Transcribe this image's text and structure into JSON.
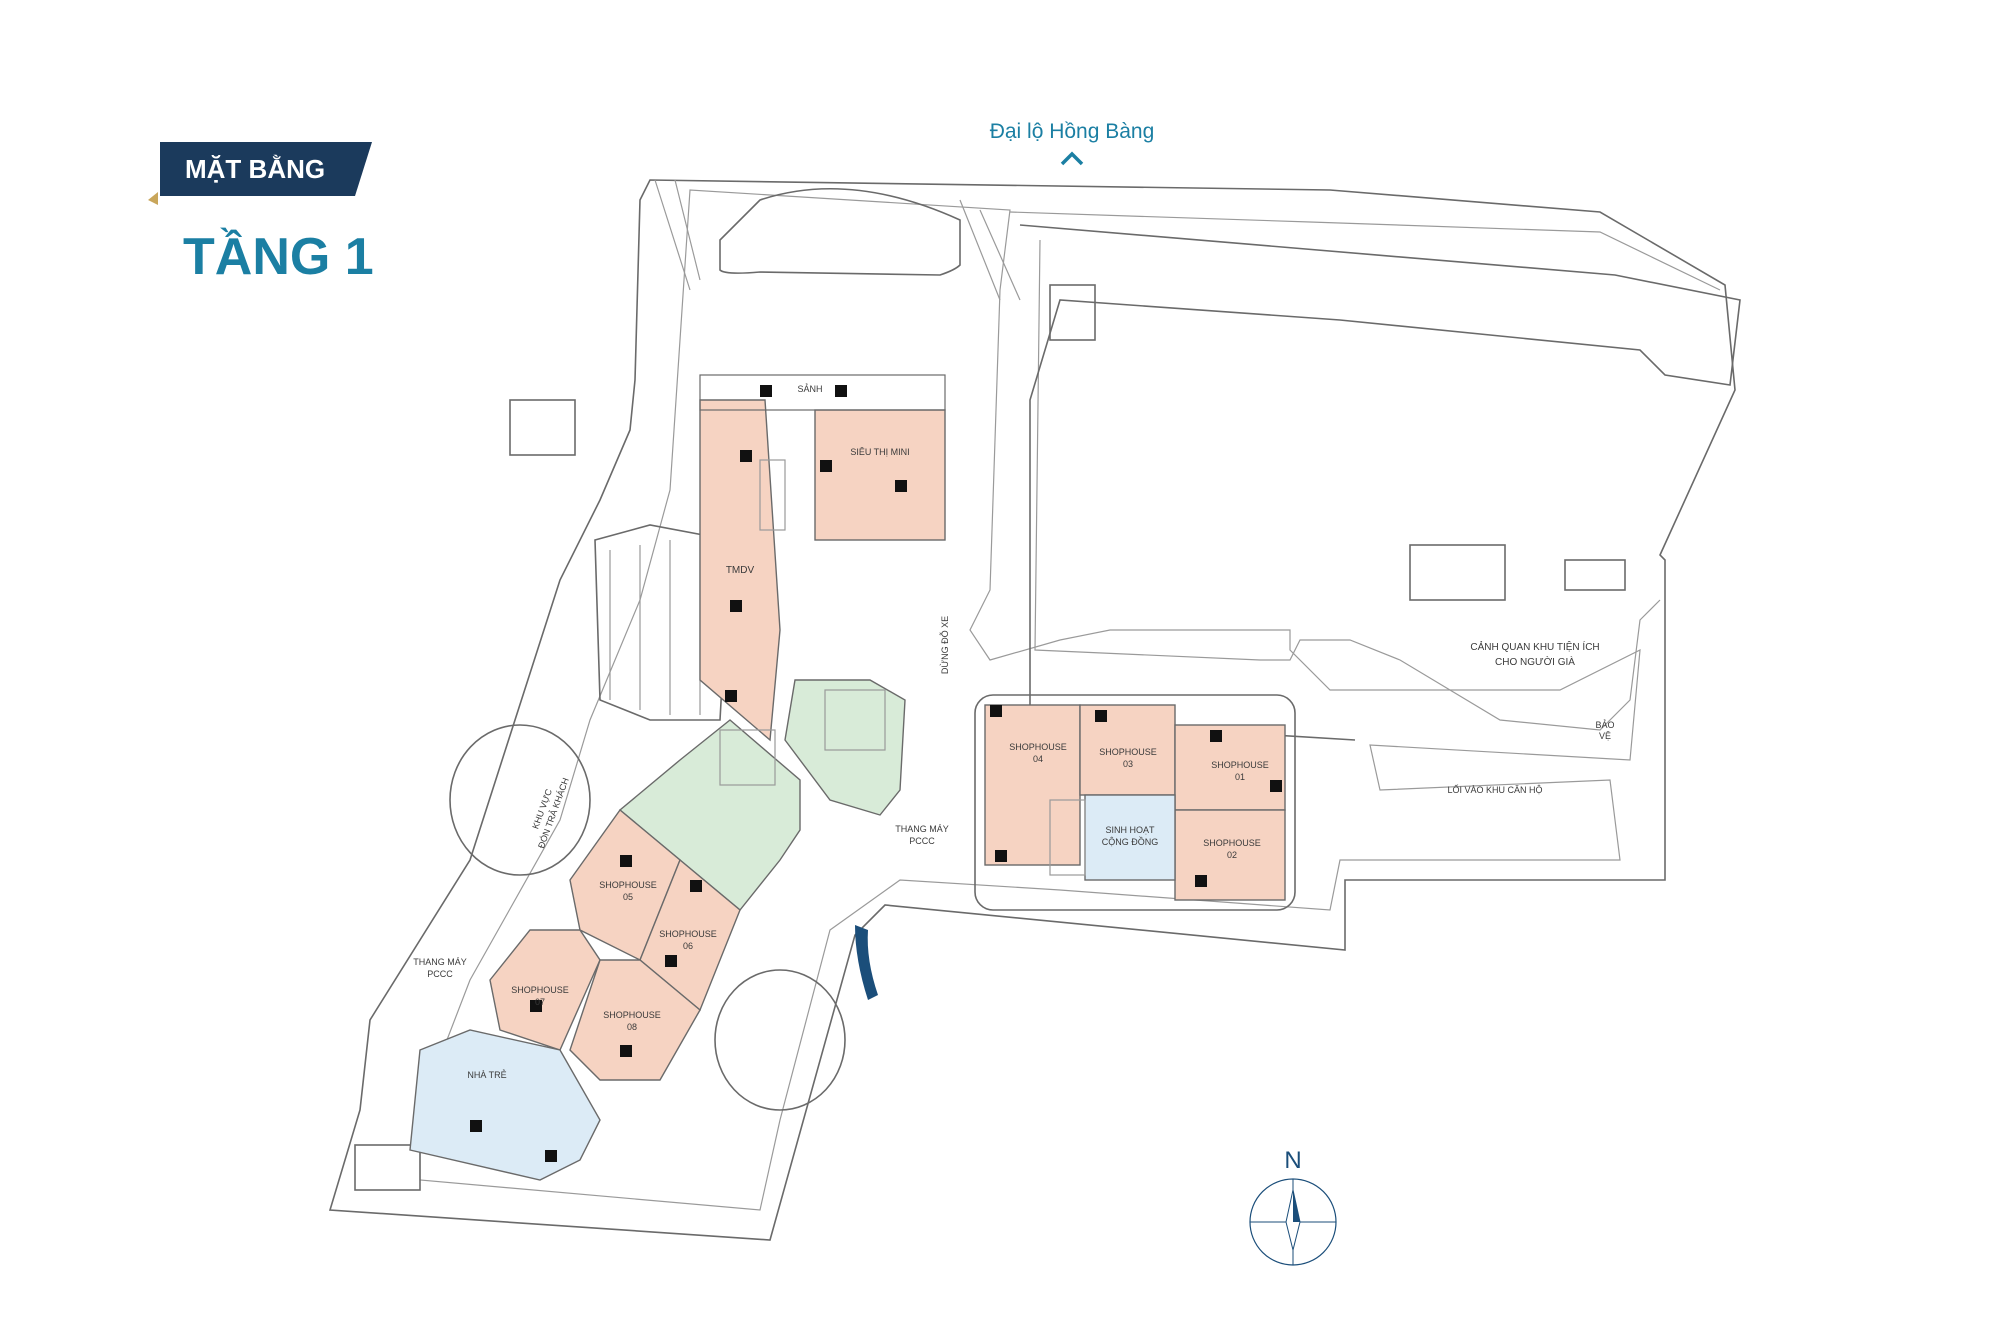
{
  "header": {
    "badge_label": "MẶT BẰNG",
    "floor_title": "TẦNG 1",
    "road_name": "Đại lộ Hồng Bàng"
  },
  "compass": {
    "letter": "N"
  },
  "colors": {
    "badge_dark": "#1b3a5c",
    "badge_gold": "#c9a65b",
    "accent_teal": "#1b7fa3",
    "shop_salmon": "#f6d3c2",
    "green_lobby": "#d8ebd8",
    "blue_room": "#dcebf6"
  },
  "labels": {
    "sanh": "SẢNH",
    "sieu_thi_mini": "SIÊU THỊ MINI",
    "tmdv": "TMDV",
    "khu_vuc_line1": "KHU VỰC",
    "khu_vuc_line2": "ĐÓN TRẢ KHÁCH",
    "dung_do_xe": "DỪNG ĐỖ XE",
    "thang_may_line1": "THANG MÁY",
    "thang_may_line2": "PCCC",
    "shop01_l1": "SHOPHOUSE",
    "shop01_l2": "01",
    "shop02_l1": "SHOPHOUSE",
    "shop02_l2": "02",
    "shop03_l1": "SHOPHOUSE",
    "shop03_l2": "03",
    "shop04_l1": "SHOPHOUSE",
    "shop04_l2": "04",
    "shop05_l1": "SHOPHOUSE",
    "shop05_l2": "05",
    "shop06_l1": "SHOPHOUSE",
    "shop06_l2": "06",
    "shop07_l1": "SHOPHOUSE",
    "shop07_l2": "07",
    "shop08_l1": "SHOPHOUSE",
    "shop08_l2": "08",
    "sinh_hoat_l1": "SINH HOẠT",
    "sinh_hoat_l2": "CỘNG ĐỒNG",
    "nha_tre": "NHÀ TRẺ",
    "canh_quan_l1": "CẢNH QUAN KHU TIỆN ÍCH",
    "canh_quan_l2": "CHO NGƯỜI GIÀ",
    "bao_ve_l1": "BẢO",
    "bao_ve_l2": "VỆ",
    "loi_vao": "LỐI VÀO KHU CĂN HỘ"
  }
}
